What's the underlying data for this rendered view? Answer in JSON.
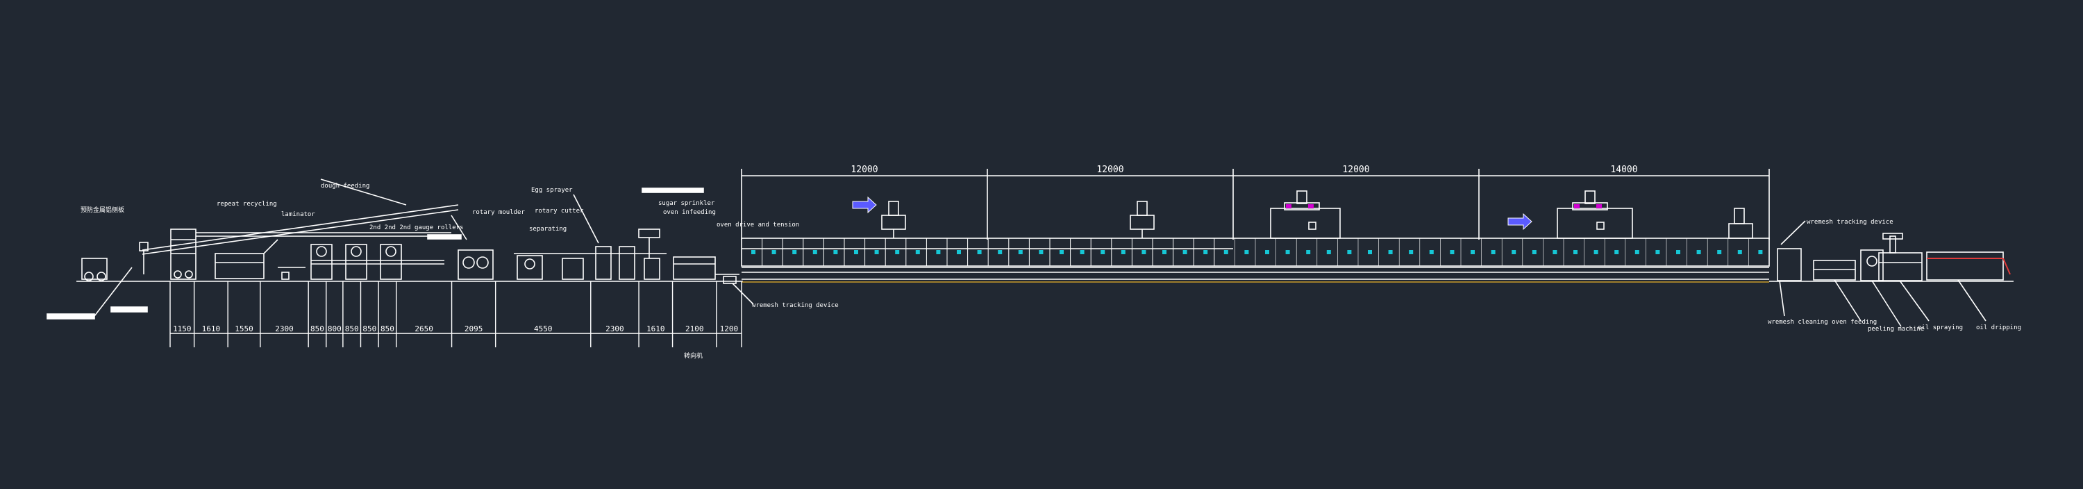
{
  "canvas": {
    "background": "#212832",
    "line_color": "#ffffff",
    "accent_cyan": "#16c7d6",
    "accent_magenta": "#d200d2",
    "accent_red": "#e23b3b",
    "arrow_blue": "#5b5bff"
  },
  "labels": {
    "chinese_left": "预防金属铝侧板",
    "dough_feeding": "dough feeding",
    "repeat_recycling": "repeat recycling",
    "laminator": "laminator",
    "gauge_rollers": "2nd 2nd 2nd gauge rollers",
    "rotary_moulder": "rotary moulder",
    "egg_sprayer": "Egg sprayer",
    "rotary_cutter": "rotary cutter",
    "separating": "separating",
    "sugar_sprinkler": "sugar sprinkler",
    "oven_infeeding": "oven infeeding",
    "oven_drive": "oven drive and tension",
    "wremesh_tracking_left": "wremesh tracking device",
    "chinese_bottom": "转向机",
    "wremesh_tracking_right": "wremesh tracking device",
    "wremesh_cleaning": "wremesh cleaning oven feeding",
    "peeling_machine": "peeling machine",
    "oil_spraying": "oil spraying",
    "oil_dripping": "oil dripping"
  },
  "dimensions_top": [
    "12000",
    "12000",
    "12000",
    "14000"
  ],
  "dimensions_bottom": [
    "1150",
    "1610",
    "1550",
    "2300",
    "850",
    "800",
    "850",
    "850",
    "850",
    "2650",
    "2095",
    "4550",
    "2300",
    "1610",
    "2100",
    "1200"
  ]
}
